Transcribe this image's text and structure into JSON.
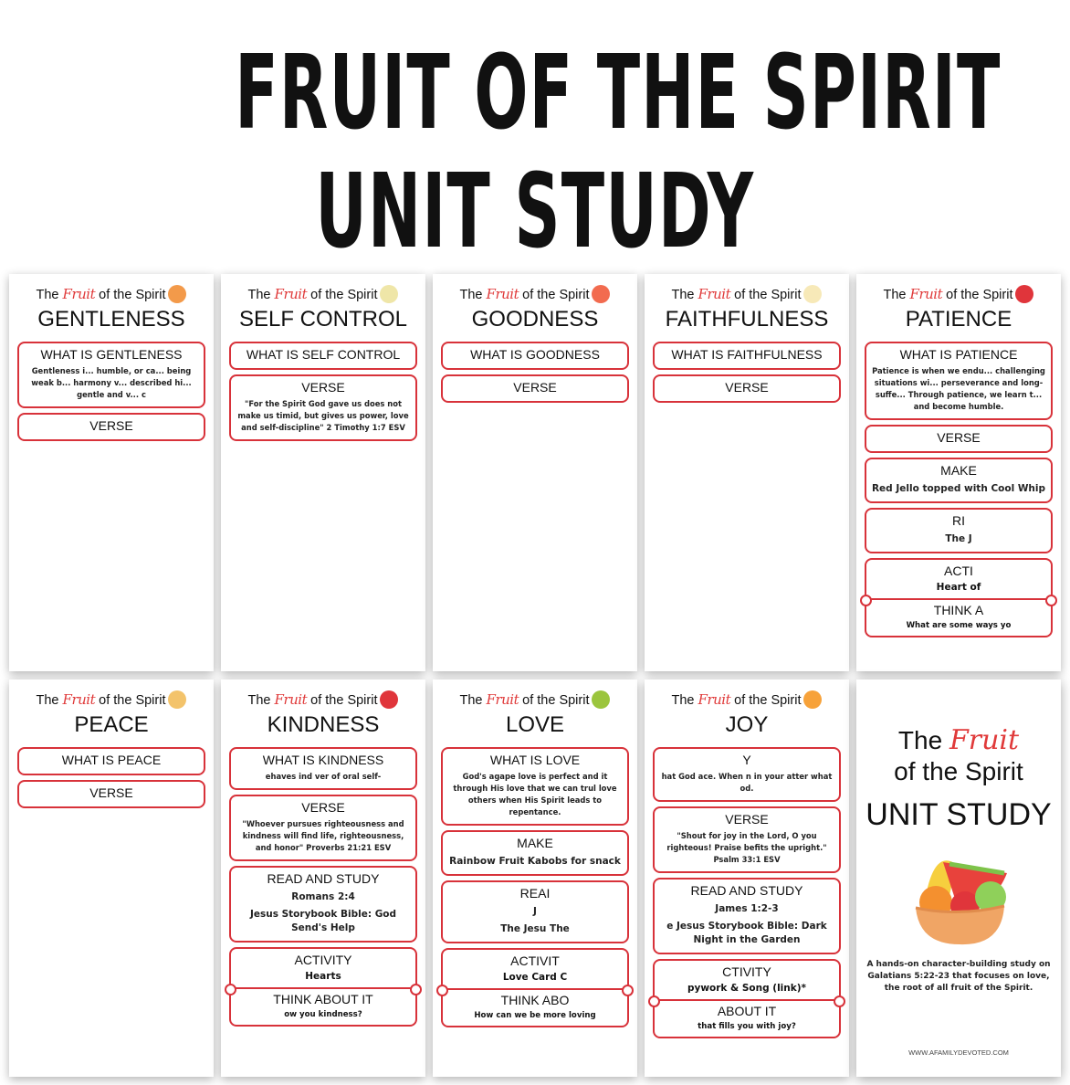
{
  "headline": {
    "line1": "FRUIT OF THE SPIRIT",
    "line2": "UNIT STUDY"
  },
  "brand": {
    "accent": "#d8323a"
  },
  "header": {
    "the": "The",
    "fruit": "Fruit",
    "of_spirit": "of the Spirit"
  },
  "cards": {
    "gentleness": {
      "title": "GENTLENESS",
      "fruit_color": "#f39a4a",
      "fruit_icon": "orange-slice-icon",
      "what_heading": "WHAT IS GENTLENESS",
      "what_text": "Gentleness i... humble, or ca... being weak b... harmony v... described hi... gentle and v... c",
      "verse_heading": "VERSE"
    },
    "selfcontrol": {
      "title": "SELF CONTROL",
      "fruit_color": "#efe6a8",
      "fruit_icon": "pear-icon",
      "what_heading": "WHAT IS SELF CONTROL",
      "verse_heading": "VERSE",
      "verse_text": "\"For the Spirit God gave us does not make us timid, but gives us power, love and self-discipline\" 2 Timothy 1:7 ESV"
    },
    "goodness": {
      "title": "GOODNESS",
      "fruit_color": "#f26b4f",
      "fruit_icon": "grapefruit-icon",
      "what_heading": "WHAT IS GOODNESS",
      "verse_heading": "VERSE"
    },
    "faithfulness": {
      "title": "FAITHFULNESS",
      "fruit_color": "#f7e9b8",
      "fruit_icon": "apple-icon",
      "what_heading": "WHAT IS FAITHFULNESS",
      "verse_heading": "VERSE"
    },
    "patience": {
      "title": "PATIENCE",
      "fruit_color": "#e0353b",
      "fruit_icon": "strawberry-icon",
      "what_heading": "WHAT IS PATIENCE",
      "what_text": "Patience is when we endu... challenging situations wi... perseverance and long-suffe... Through patience, we learn t... and become humble.",
      "verse_heading": "VERSE",
      "make_heading": "MAKE",
      "make_text": "Red Jello topped with Cool Whip",
      "read_heading": "RI",
      "read_text": "The J",
      "activity_heading": "ACTI",
      "activity_text": "Heart of",
      "think_heading": "THINK A",
      "think_text": "What are some ways yo"
    },
    "peace": {
      "title": "PEACE",
      "fruit_color": "#f3c36b",
      "fruit_icon": "peach-icon",
      "what_heading": "WHAT IS PEACE",
      "verse_heading": "VERSE"
    },
    "kindness": {
      "title": "KINDNESS",
      "fruit_color": "#e0353b",
      "fruit_icon": "watermelon-icon",
      "what_heading": "WHAT IS KINDNESS",
      "what_text": "ehaves ind ver of oral self-",
      "verse_heading": "VERSE",
      "verse_text": "\"Whoever pursues righteousness and kindness will find life, righteousness, and honor\" Proverbs 21:21 ESV",
      "read_heading": "READ AND STUDY",
      "read_text": "Romans 2:4",
      "read_text2": "Jesus Storybook Bible: God Send's Help",
      "activity_heading": "ACTIVITY",
      "activity_text": "Hearts",
      "think_heading": "THINK ABOUT IT",
      "think_text": "ow you kindness?"
    },
    "love": {
      "title": "LOVE",
      "fruit_color": "#9bc53d",
      "fruit_icon": "kiwi-icon",
      "what_heading": "WHAT IS LOVE",
      "what_text": "God's agape love is perfect and it through His love that we can trul love others when His Spirit leads to repentance.",
      "make_heading": "MAKE",
      "make_text": "Rainbow Fruit Kabobs for snack",
      "read_heading": "REAI",
      "read_text": "J",
      "read_text2": "The Jesu The",
      "activity_heading": "ACTIVIT",
      "activity_text": "Love Card C",
      "think_heading": "THINK ABO",
      "think_text": "How can we be more loving"
    },
    "joy": {
      "title": "JOY",
      "fruit_color": "#f7a23a",
      "fruit_icon": "orange-icon",
      "what_heading": "Y",
      "what_text": "hat God ace. When n in your atter what od.",
      "verse_heading": "VERSE",
      "verse_text": "\"Shout for joy in the Lord, O you righteous! Praise befits the upright.\" Psalm 33:1 ESV",
      "read_heading": "READ AND STUDY",
      "read_text": "James 1:2-3",
      "read_text2": "e Jesus Storybook Bible: Dark Night in the Garden",
      "activity_heading": "CTIVITY",
      "activity_text": "pywork & Song (link)*",
      "think_heading": "ABOUT IT",
      "think_text": "that fills you with joy?"
    }
  },
  "cover": {
    "the": "The",
    "fruit": "Fruit",
    "of_spirit": "of the Spirit",
    "subtitle": "UNIT STUDY",
    "image": "fruit-basket-illustration",
    "description": "A hands-on character-building study on Galatians 5:22-23 that focuses on love, the root of all fruit of the Spirit.",
    "url": "WWW.AFAMILYDEVOTED.COM"
  }
}
